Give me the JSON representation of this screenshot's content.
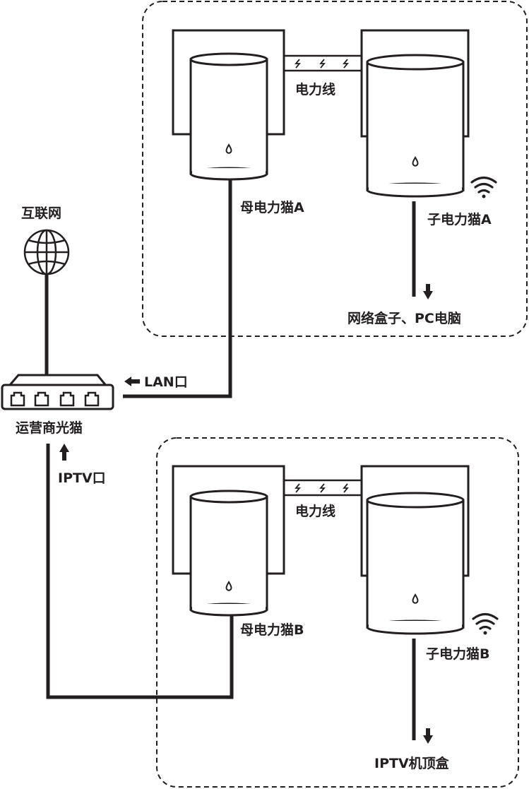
{
  "internet_label": "互联网",
  "modem": {
    "label": "运营商光猫",
    "lan_port_label": "LAN口",
    "iptv_port_label": "IPTV口"
  },
  "network_a": {
    "cable_label": "电力线",
    "parent_label": "母电力猫A",
    "child_label": "子电力猫A",
    "output_label": "网络盒子、PC电脑"
  },
  "network_b": {
    "cable_label": "电力线",
    "parent_label": "母电力猫B",
    "child_label": "子电力猫B",
    "output_label": "IPTV机顶盒"
  },
  "colors": {
    "line": "#231f20",
    "background": "#ffffff"
  }
}
